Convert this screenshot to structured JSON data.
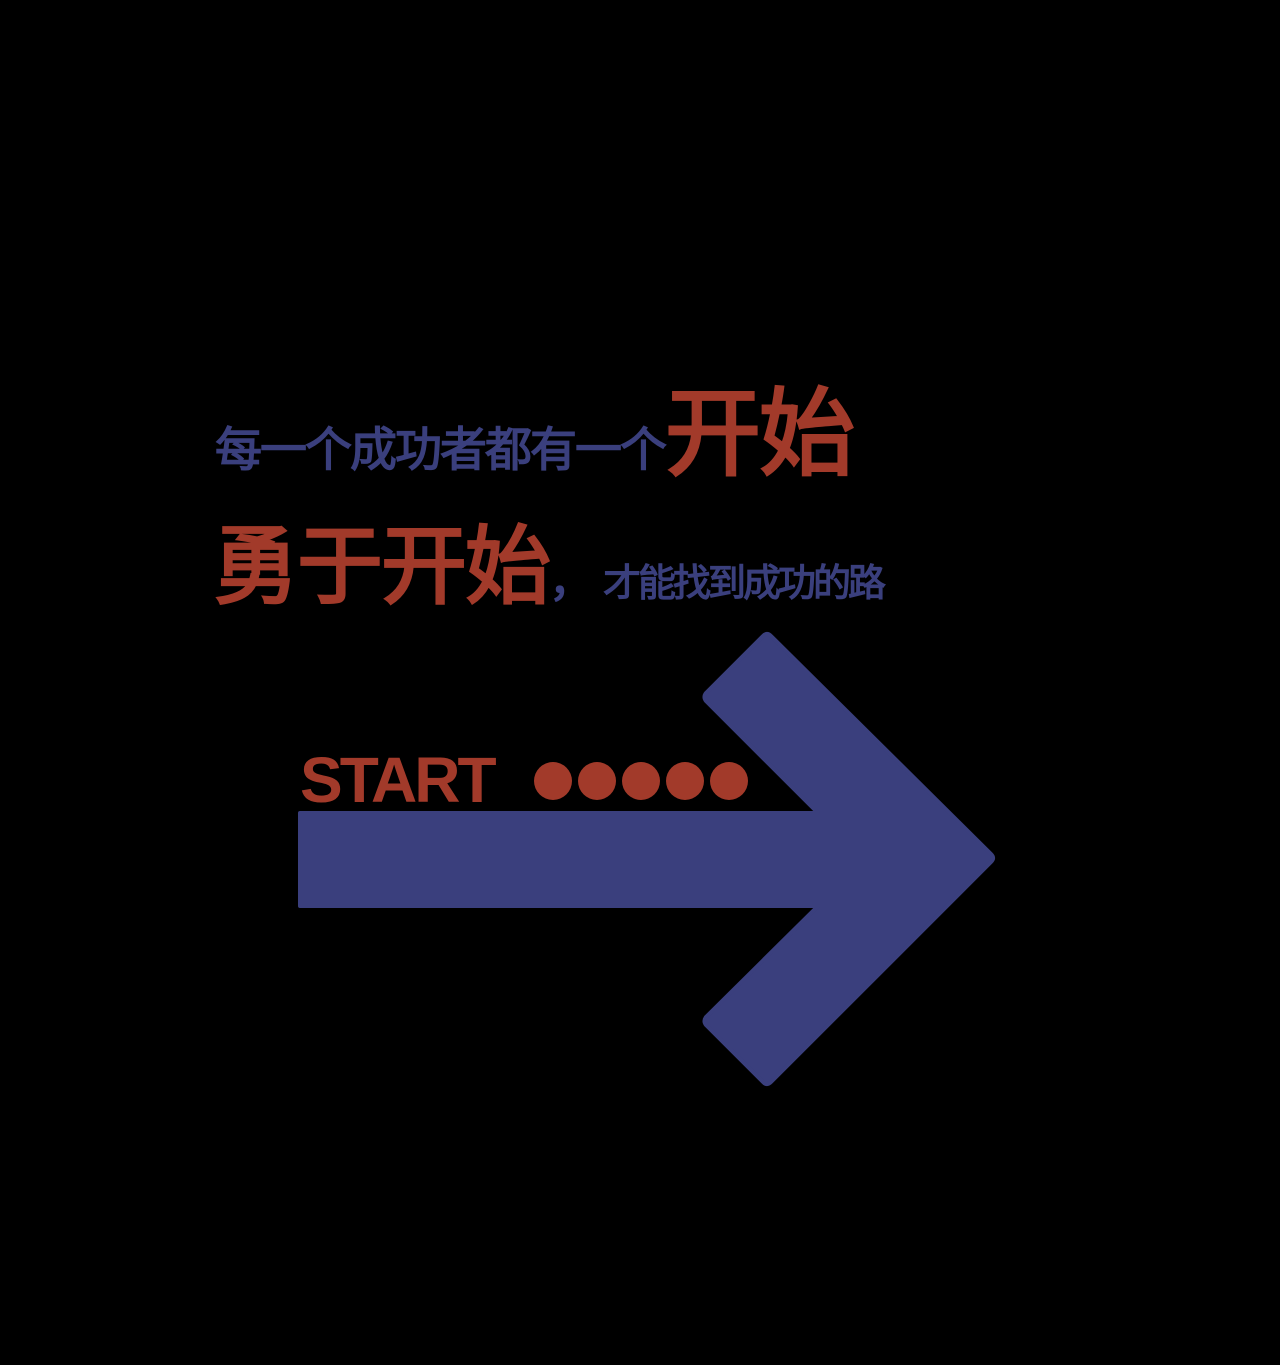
{
  "headline": {
    "line1": {
      "lead_text": "每一个成功者都有一个",
      "emphasis_text": "开始"
    },
    "line2": {
      "emphasis_text": "勇于开始",
      "comma": "，",
      "tail_text": "才能找到成功的路"
    }
  },
  "start_marker": {
    "label": "START",
    "dot_count": 5
  },
  "colors": {
    "background": "#000000",
    "primary_blue": "#3A3F7D",
    "accent_red": "#A23A2A"
  },
  "icons": {
    "arrow": "right-arrow-icon",
    "dot": "filled-circle"
  }
}
